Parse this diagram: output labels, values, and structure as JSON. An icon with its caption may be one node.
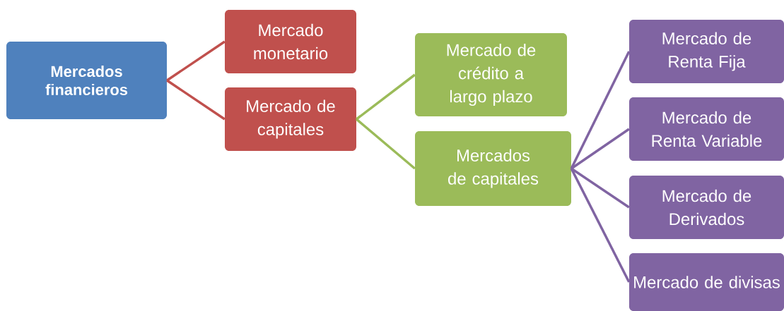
{
  "diagram": {
    "nodes": [
      {
        "text": [
          "Mercados financieros"
        ]
      },
      {
        "text": [
          "Mercado monetario"
        ]
      },
      {
        "text": [
          "Mercado de capitales"
        ]
      },
      {
        "text": [
          "Mercado de crédito a largo plazo"
        ]
      },
      {
        "text": [
          "Mercados de capitales"
        ]
      },
      {
        "text": [
          "Mercado de Renta Fija"
        ]
      },
      {
        "text": [
          "Mercado de Renta Variable"
        ]
      },
      {
        "text": [
          "Mercado de Derivados"
        ]
      },
      {
        "text": [
          "Mercado de divisas"
        ]
      }
    ],
    "edges": [
      {
        "from": 0,
        "to": 1,
        "arrow": "none",
        "color": "#c0504d"
      },
      {
        "from": 0,
        "to": 2,
        "arrow": "none",
        "color": "#c0504d"
      },
      {
        "from": 2,
        "to": 3,
        "arrow": "none",
        "color": "#9bbb59"
      },
      {
        "from": 2,
        "to": 4,
        "arrow": "none",
        "color": "#9bbb59"
      },
      {
        "from": 4,
        "to": 5,
        "arrow": "none"
      },
      {
        "from": 4,
        "to": 6,
        "arrow": "none"
      },
      {
        "from": 4,
        "to": 7,
        "arrow": "none"
      },
      {
        "from": 4,
        "to": 8,
        "arrow": "none"
      }
    ]
  }
}
